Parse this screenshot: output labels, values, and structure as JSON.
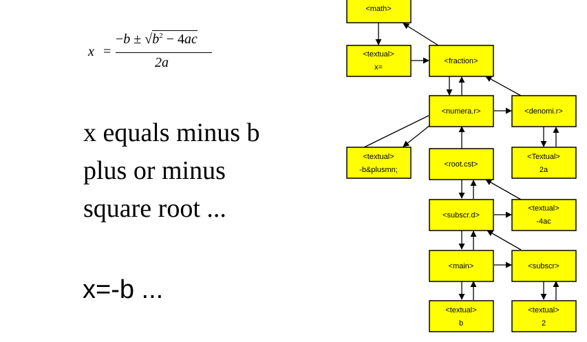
{
  "formula": {
    "lhs": "x",
    "eq": "=",
    "num_prefix": "−",
    "num_b": "b",
    "num_pm": " ± ",
    "num_radicand_b": "b",
    "num_exp": "2",
    "num_rest": " − 4",
    "num_ac": "ac",
    "den": "2a"
  },
  "speech": {
    "line1": "x equals minus b",
    "line2": "plus or minus",
    "line3": "square root ..."
  },
  "braille": "x=-b ...",
  "tree": {
    "nodes": [
      {
        "id": "math",
        "line1": "<math>",
        "line2": ""
      },
      {
        "id": "textual_x",
        "line1": "<textual>",
        "line2": "x="
      },
      {
        "id": "fraction",
        "line1": "<fraction>",
        "line2": ""
      },
      {
        "id": "numerator",
        "line1": "<numera.r>",
        "line2": ""
      },
      {
        "id": "denominator",
        "line1": "<denomi.r>",
        "line2": ""
      },
      {
        "id": "textual_b",
        "line1": "<textual>",
        "line2": "-b&plusmn;"
      },
      {
        "id": "root",
        "line1": "<root.cst>",
        "line2": ""
      },
      {
        "id": "textual_2a",
        "line1": "<Textual>",
        "line2": "2a"
      },
      {
        "id": "subscr_d",
        "line1": "<subscr.d>",
        "line2": ""
      },
      {
        "id": "textual_4ac",
        "line1": "<textual>",
        "line2": "-4ac"
      },
      {
        "id": "main",
        "line1": "<main>",
        "line2": ""
      },
      {
        "id": "subscr",
        "line1": "<subscr>",
        "line2": ""
      },
      {
        "id": "textual_bb",
        "line1": "<textual>",
        "line2": "b"
      },
      {
        "id": "textual_2",
        "line1": "<textual>",
        "line2": "2"
      }
    ]
  }
}
